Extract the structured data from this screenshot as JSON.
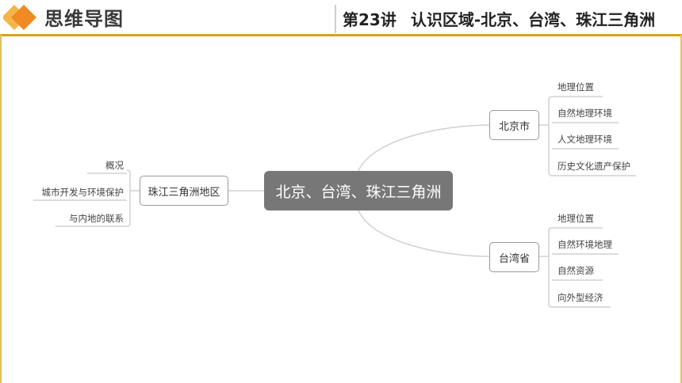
{
  "header": {
    "title": "思维导图",
    "lesson": "第23讲",
    "topic": "认识区域-北京、台湾、珠江三角洲",
    "logo_icon": "orange-diamond-logo-icon",
    "colors": {
      "accent": "#d9a21a",
      "logo_primary": "#f08a24",
      "logo_secondary": "#f6b54a"
    }
  },
  "mindmap": {
    "center": "北京、台湾、珠江三角洲",
    "beijing": {
      "label": "北京市",
      "items": [
        "地理位置",
        "自然地理环境",
        "人文地理环境",
        "历史文化遗产保护"
      ]
    },
    "taiwan": {
      "label": "台湾省",
      "items": [
        "地理位置",
        "自然环境地理",
        "自然资源",
        "向外型经济"
      ]
    },
    "zhujiang": {
      "label": "珠江三角洲地区",
      "items": [
        "概况",
        "城市开发与环境保护",
        "与内地的联系"
      ]
    }
  }
}
